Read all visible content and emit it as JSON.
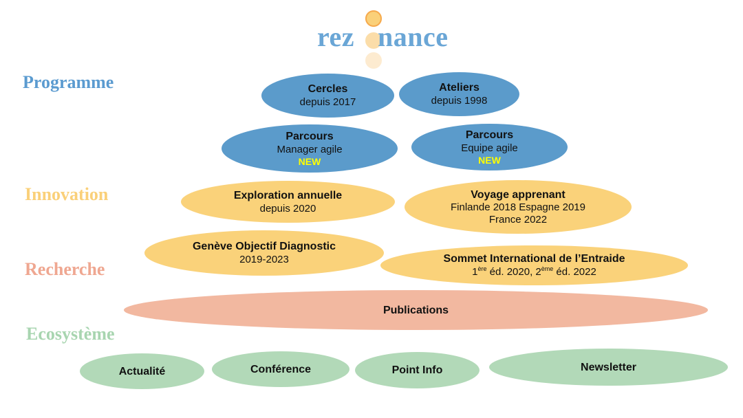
{
  "logo": {
    "left": "rez",
    "right": "nance"
  },
  "sections": {
    "programme": "Programme",
    "innovation": "Innovation",
    "recherche": "Recherche",
    "ecosysteme": "Ecosystème"
  },
  "programme": {
    "cercles": {
      "title": "Cercles",
      "sub": "depuis 2017"
    },
    "ateliers": {
      "title": "Ateliers",
      "sub": "depuis 1998"
    },
    "parcours_manager": {
      "title": "Parcours",
      "sub": "Manager agile",
      "badge": "NEW"
    },
    "parcours_equipe": {
      "title": "Parcours",
      "sub": "Equipe agile",
      "badge": "NEW"
    }
  },
  "innovation": {
    "exploration": {
      "title": "Exploration annuelle",
      "sub": "depuis 2020"
    },
    "voyage": {
      "title": "Voyage apprenant",
      "line1": "Finlande 2018 Espagne 2019",
      "line2": "France 2022"
    }
  },
  "recherche": {
    "geneve": {
      "title": "Genève Objectif Diagnostic",
      "sub": "2019-2023"
    },
    "sommet": {
      "title": "Sommet International de l’Entraide",
      "ed1_num": "1",
      "ed1_sup": "ère",
      "ed1_rest": " éd. 2020, 2",
      "ed2_sup": "ème",
      "ed2_rest": " éd. 2022"
    },
    "publications": "Publications"
  },
  "ecosysteme": {
    "actualite": "Actualité",
    "conference": "Conférence",
    "point_info": "Point Info",
    "newsletter": "Newsletter"
  },
  "colors": {
    "programme": "#5B9BCB",
    "innovation": "#FAD27A",
    "recherche": "#F2B8A0",
    "ecosysteme": "#B2D9B8",
    "new_badge": "#FFFF00"
  }
}
